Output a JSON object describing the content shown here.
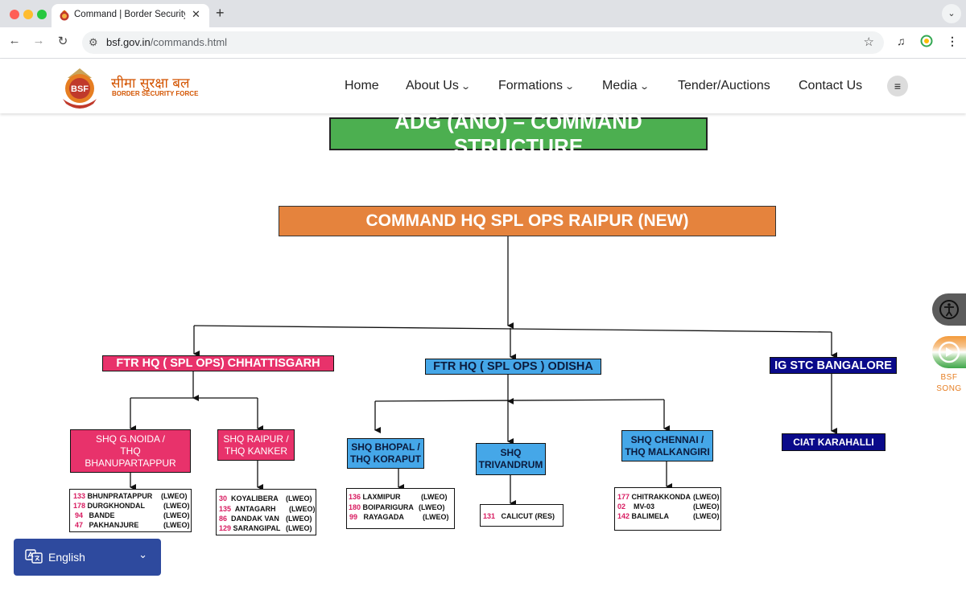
{
  "browser": {
    "tab_title": "Command | Border Security F",
    "url_domain": "bsf.gov.in",
    "url_path": "/commands.html"
  },
  "site": {
    "logo_badge": "BSF",
    "name_hindi": "सीमा सुरक्षा बल",
    "name_english": "BORDER SECURITY FORCE",
    "nav": [
      "Home",
      "About Us",
      "Formations",
      "Media",
      "Tender/Auctions",
      "Contact Us"
    ]
  },
  "diagram": {
    "title": "ADG (ANO) – COMMAND STRUCTURE",
    "root": "COMMAND HQ SPL OPS  RAIPUR (NEW)",
    "ftr_chhattisgarh": "FTR HQ ( SPL OPS)  CHHATTISGARH",
    "ftr_odisha": "FTR HQ ( SPL OPS ) ODISHA",
    "ig_stc": "IG STC BANGALORE",
    "shq_gnoida": [
      "SHQ G.NOIDA /",
      "THQ",
      "BHANUPARTAPPUR"
    ],
    "shq_raipur": [
      "SHQ RAIPUR /",
      "THQ KANKER"
    ],
    "shq_bhopal": [
      "SHQ BHOPAL /",
      "THQ KORAPUT"
    ],
    "shq_trivandrum": [
      "SHQ",
      "TRIVANDRUM"
    ],
    "shq_chennai": [
      "SHQ CHENNAI /",
      "THQ MALKANGIRI"
    ],
    "ciat": "CIAT KARAHALLI",
    "units_gnoida": [
      {
        "num": "133",
        "name": "BHUNPRATAPPUR",
        "type": "(LWEO)"
      },
      {
        "num": "178",
        "name": "DURGKHONDAL",
        "type": "(LWEO)"
      },
      {
        "num": "94",
        "name": "BANDE",
        "type": "(LWEO)"
      },
      {
        "num": "47",
        "name": "PAKHANJURE",
        "type": "(LWEO)"
      }
    ],
    "units_raipur": [
      {
        "num": "30",
        "name": "KOYALIBERA",
        "type": "(LWEO)"
      },
      {
        "num": "135",
        "name": "ANTAGARH",
        "type": "(LWEO)"
      },
      {
        "num": "86",
        "name": "DANDAK VAN",
        "type": "(LWEO)"
      },
      {
        "num": "129",
        "name": "SARANGIPAL",
        "type": "(LWEO)"
      }
    ],
    "units_bhopal": [
      {
        "num": "136",
        "name": "LAXMIPUR",
        "type": "(LWEO)"
      },
      {
        "num": "180",
        "name": "BOIPARIGURA",
        "type": "(LWEO)"
      },
      {
        "num": "99",
        "name": "RAYAGADA",
        "type": "(LWEO)"
      }
    ],
    "units_trivandrum": [
      {
        "num": "131",
        "name": "CALICUT (RES)",
        "type": ""
      }
    ],
    "units_chennai": [
      {
        "num": "177",
        "name": "CHITRAKKONDA",
        "type": "(LWEO)"
      },
      {
        "num": "02",
        "name": "MV-03",
        "type": "(LWEO)"
      },
      {
        "num": "142",
        "name": "BALIMELA",
        "type": "(LWEO)"
      }
    ]
  },
  "widgets": {
    "song_label": "BSF SONG",
    "language": "English"
  }
}
